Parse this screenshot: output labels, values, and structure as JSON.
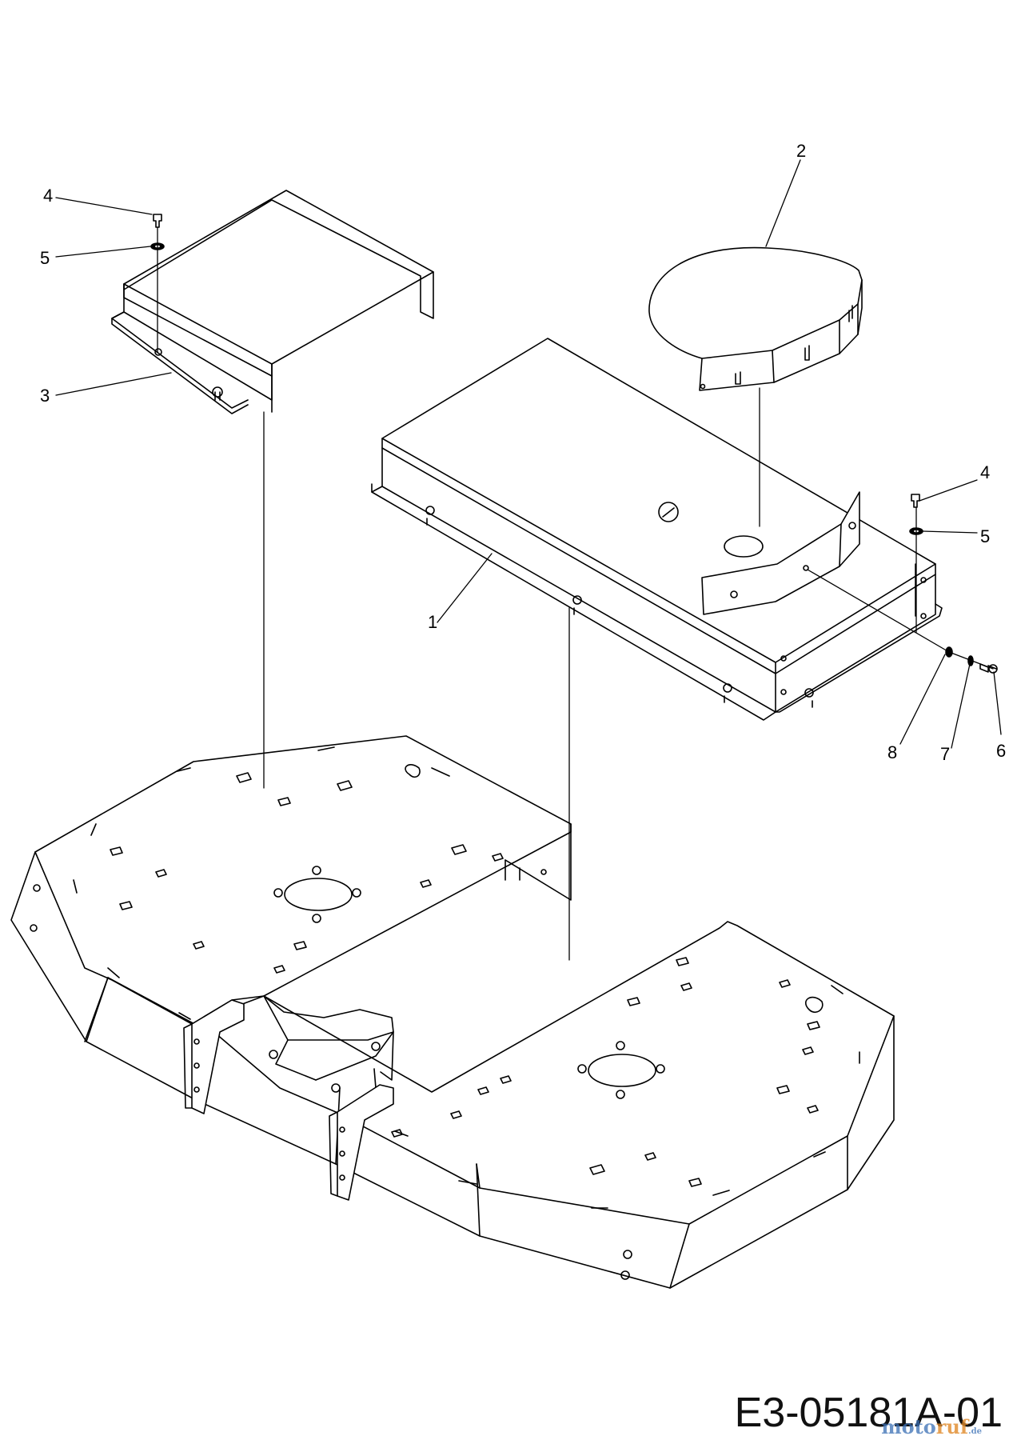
{
  "callouts": {
    "c1": "1",
    "c2": "2",
    "c3": "3",
    "c4a": "4",
    "c4b": "4",
    "c5a": "5",
    "c5b": "5",
    "c6": "6",
    "c7": "7",
    "c8": "8"
  },
  "diagram_code": "E3-05181A-01",
  "watermark": {
    "part1": "moto",
    "part2": "ruf",
    "suffix": ".de"
  },
  "colors": {
    "line": "#000000",
    "background": "#ffffff"
  }
}
